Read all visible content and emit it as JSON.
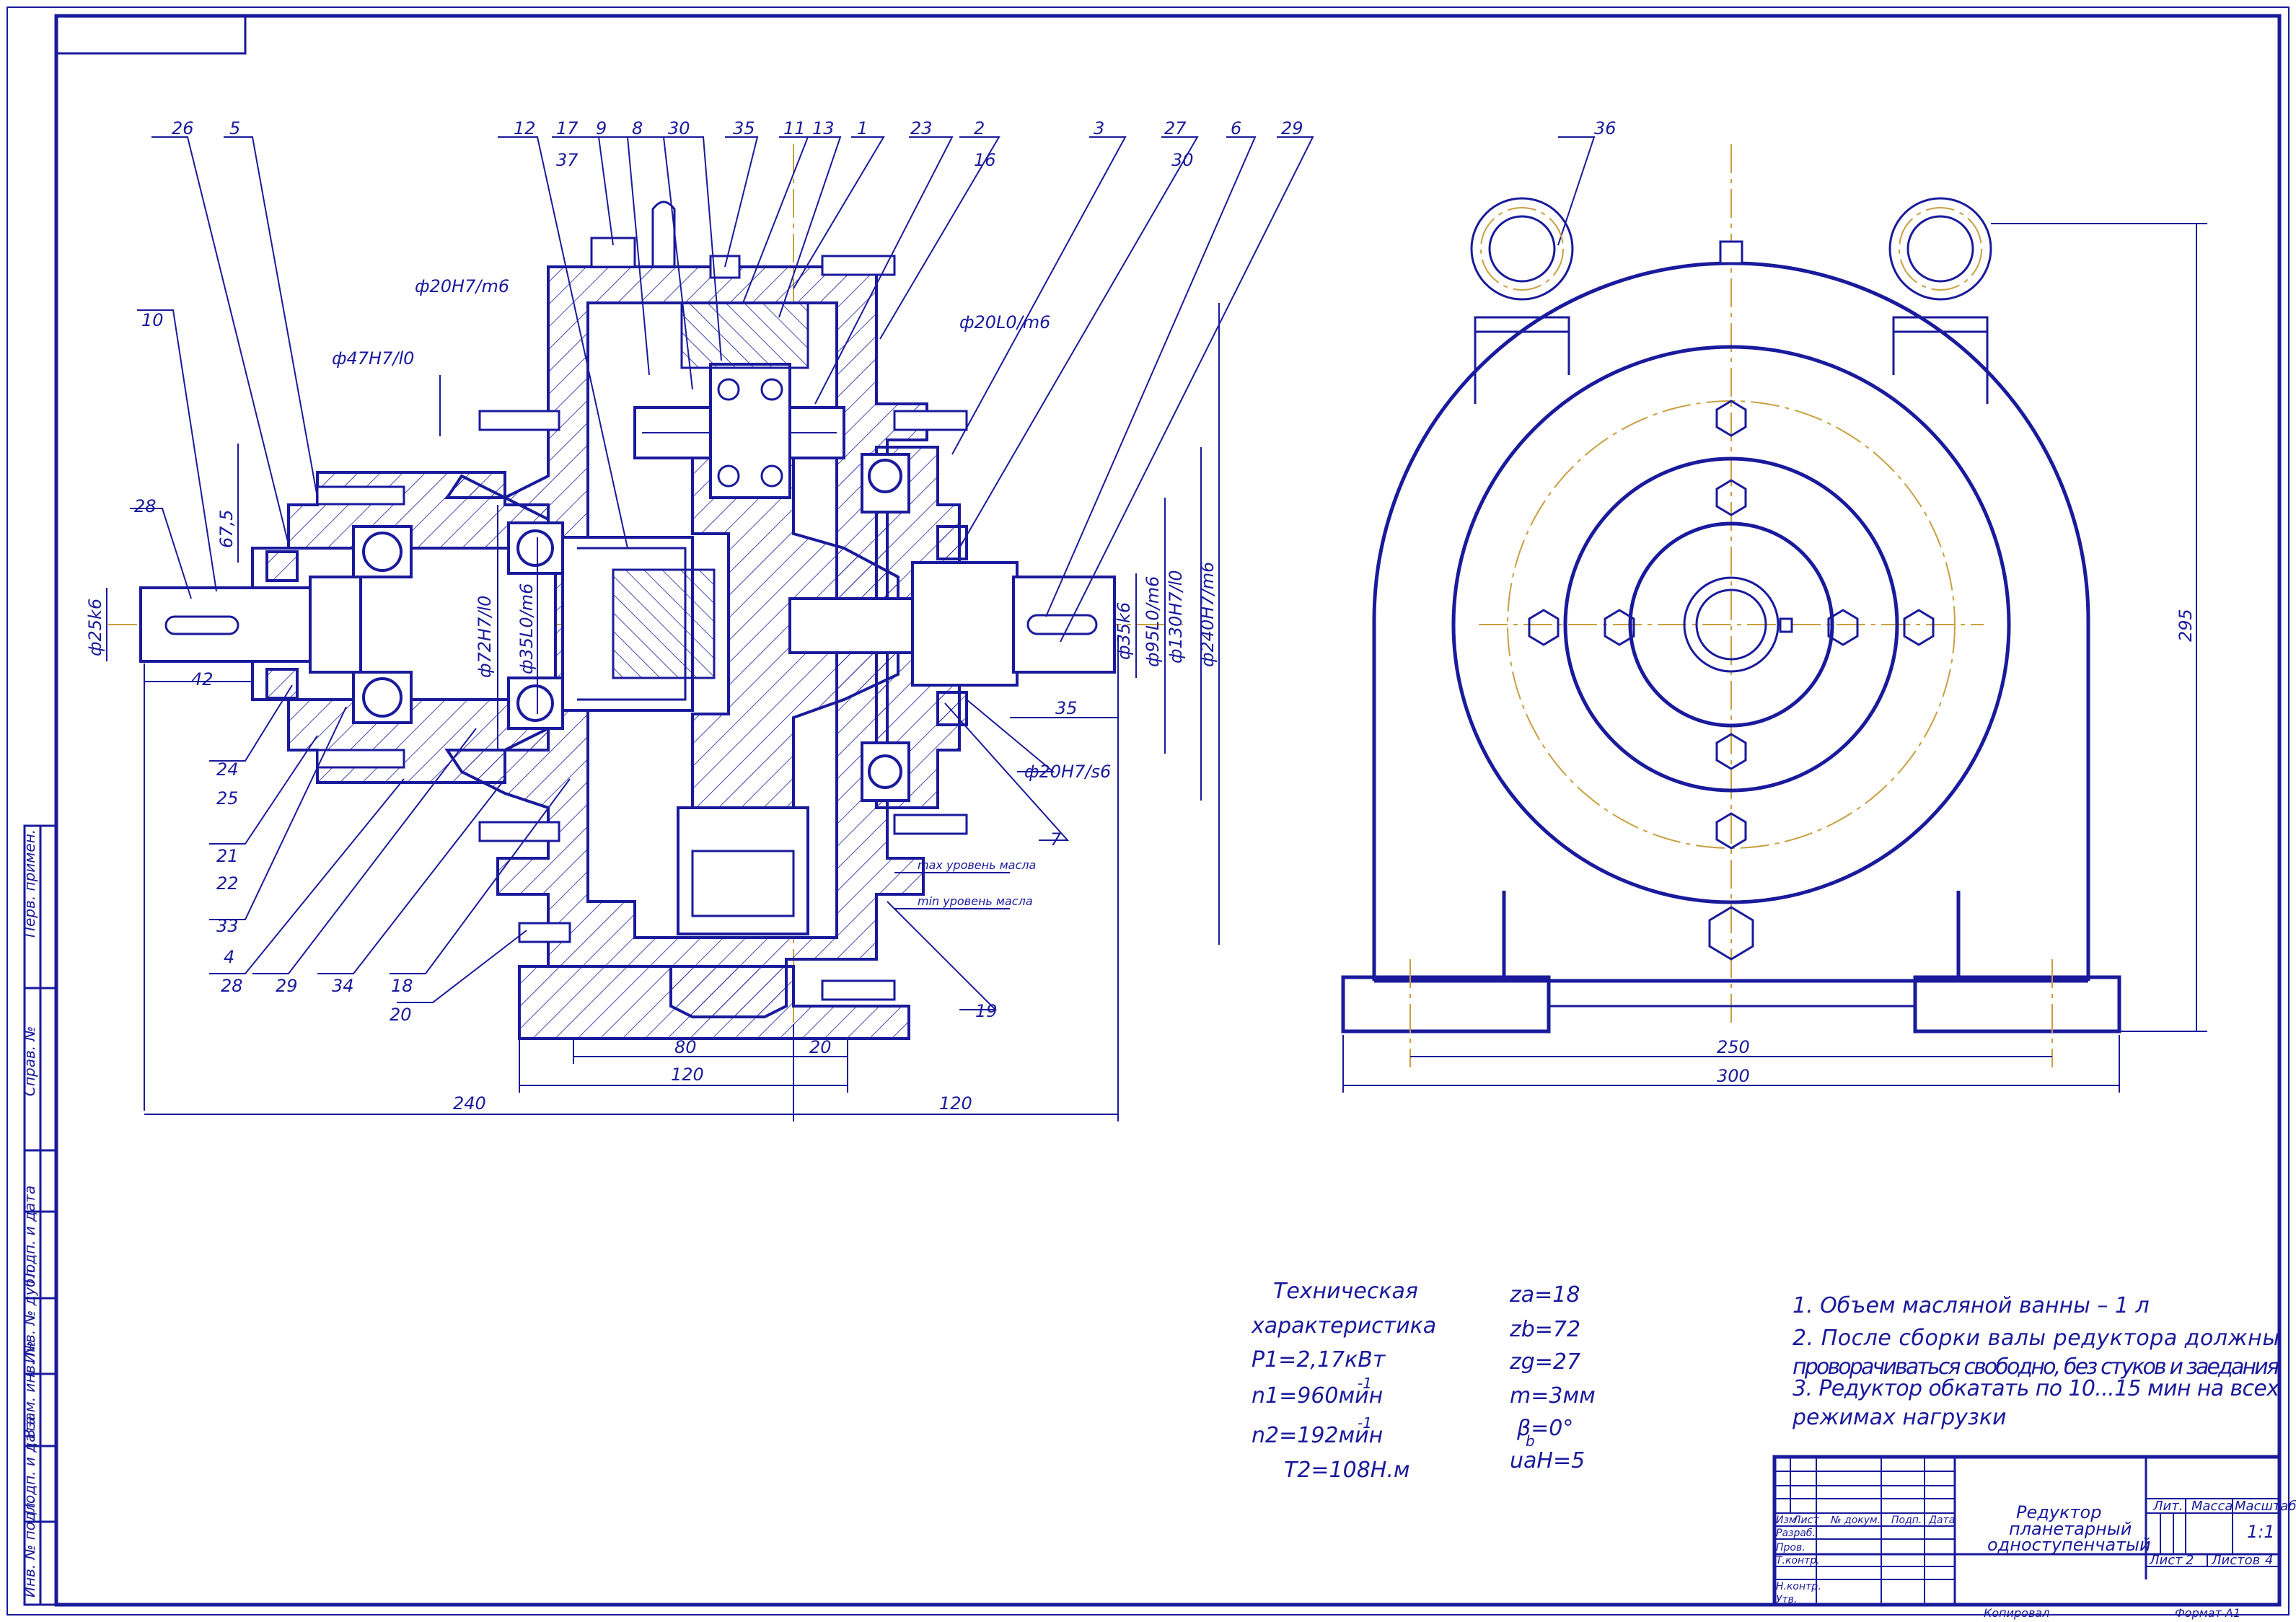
{
  "drawing": {
    "part_callouts": [
      "26",
      "5",
      "12",
      "17",
      "37",
      "9",
      "8",
      "30",
      "35",
      "11",
      "13",
      "1",
      "23",
      "2",
      "16",
      "3",
      "27",
      "30",
      "6",
      "29",
      "36",
      "10",
      "28",
      "24",
      "25",
      "21",
      "22",
      "33",
      "4",
      "28",
      "29",
      "34",
      "18",
      "20",
      "19",
      "7"
    ],
    "fits": {
      "f1": "ф20H7/m6",
      "f2": "ф47H7/l0",
      "f3": "ф20L0/m6",
      "f4": "ф25k6",
      "f5": "ф72H7/l0",
      "f6": "ф35L0/m6",
      "f7": "ф35k6",
      "f8": "ф95L0/m6",
      "f9": "ф130H7/l0",
      "f10": "ф240H7/m6",
      "f11": "ф20H7/s6"
    },
    "dims": {
      "d67": "67,5",
      "d42": "42",
      "d35": "35",
      "d80": "80",
      "d20": "20",
      "d120a": "120",
      "d240": "240",
      "d120b": "120",
      "d250": "250",
      "d300": "300",
      "d295": "295"
    },
    "oil_max": "max уровень масла",
    "oil_min": "min уровень масла"
  },
  "tech": {
    "title1": "Техническая",
    "title2": "характеристика",
    "p1": "P1=2,17кВт",
    "n1": "n1=960мин",
    "n1_exp": "-1",
    "n2": "n2=192мин",
    "n2_exp": "-1",
    "t2": "T2=108Н.м",
    "za": "za=18",
    "zb": "zb=72",
    "zg": "zg=27",
    "m": "m=3мм",
    "beta": "β=0°",
    "u": "uaH=5",
    "u_sup": "b"
  },
  "notes": {
    "n1": "1. Объем масляной ванны – 1 л",
    "n2a": "2. После сборки валы редуктора должны",
    "n2b": "проворачиваться свободно, без стуков и заедания",
    "n3a": "3. Редуктор обкатать по 10...15 мин на всех",
    "n3b": "режимах нагрузки"
  },
  "title_block": {
    "name1": "Редуктор",
    "name2": "планетарный",
    "name3": "одноступенчатый",
    "lit": "Лит.",
    "mass": "Масса",
    "scale_h": "Масштаб",
    "scale": "1:1",
    "sheet": "Лист",
    "sheet_no": "2",
    "sheets": "Листов",
    "sheets_no": "4",
    "izm": "Изм",
    "list": "Лист",
    "docnum": "№ докум.",
    "podp": "Подп.",
    "date": "Дата",
    "razrab": "Разраб.",
    "prov": "Пров.",
    "tkontr": "Т.контр.",
    "nkontr": "Н.контр.",
    "utv": "Утв.",
    "copied": "Копировал",
    "format": "Формат   А1"
  },
  "side_strip": {
    "s1": "Перв. примен.",
    "s2": "Справ. №",
    "s3": "Подп. и дата",
    "s4": "Инв. № дубл.",
    "s5": "Взам. инв. №",
    "s6": "Подп. и дата",
    "s7": "Инв. № подл."
  }
}
